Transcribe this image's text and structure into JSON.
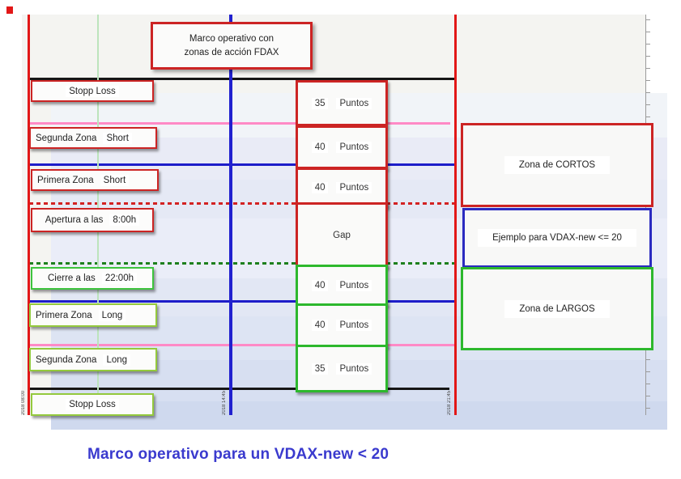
{
  "title_box": {
    "line1": "Marco operativo con",
    "line2": "zonas de acción FDAX"
  },
  "left_labels": [
    {
      "text": "Stopp Loss",
      "value": ""
    },
    {
      "text": "Segunda Zona",
      "value": "Short"
    },
    {
      "text": "Primera Zona",
      "value": "Short"
    },
    {
      "text": "Apertura a las",
      "value": "8:00h"
    },
    {
      "text": "Cierre a las",
      "value": "22:00h"
    },
    {
      "text": "Primera Zona",
      "value": "Long"
    },
    {
      "text": "Segunda Zona",
      "value": "Long"
    },
    {
      "text": "Stopp Loss",
      "value": ""
    }
  ],
  "point_boxes": [
    {
      "value": "35",
      "unit": "Puntos"
    },
    {
      "value": "40",
      "unit": "Puntos"
    },
    {
      "value": "40",
      "unit": "Puntos"
    },
    {
      "value": "Gap",
      "unit": ""
    },
    {
      "value": "40",
      "unit": "Puntos"
    },
    {
      "value": "40",
      "unit": "Puntos"
    },
    {
      "value": "35",
      "unit": "Puntos"
    }
  ],
  "zone_boxes": [
    {
      "label": "Zona de CORTOS"
    },
    {
      "label": "Ejemplo para VDAX-new <= 20"
    },
    {
      "label": "Zona de LARGOS"
    }
  ],
  "time_labels": [
    "2018 08:00",
    "2018 14:45",
    "2018 21:45"
  ],
  "caption": "Marco operativo para un VDAX-new < 20",
  "colors": {
    "red_line": "#e21717",
    "red_border": "#cc2424",
    "green_border": "#2db82d",
    "yellow_green_border": "#94c93d",
    "blue_line": "#1d1dc9",
    "blue_border": "#2a2ac0",
    "pink_line": "#ff8ac6",
    "dark_green_dash": "#1d801d",
    "caption_blue": "#3a3ace"
  }
}
